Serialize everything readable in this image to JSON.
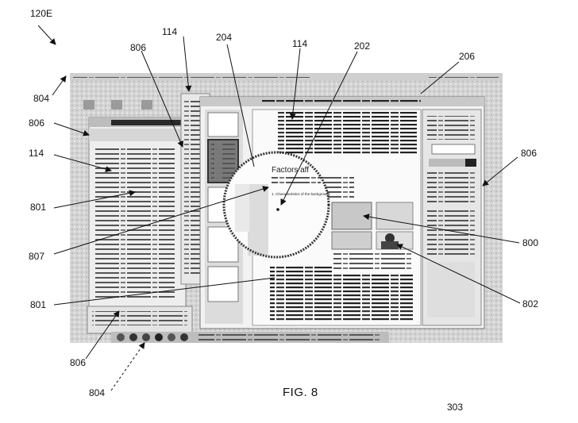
{
  "labels": {
    "l120e": "120E",
    "l114a": "114",
    "l806a": "806",
    "l204": "204",
    "l114b": "114",
    "l202": "202",
    "l206": "206",
    "l804a": "804",
    "l806b": "806",
    "l114c": "114",
    "l806c": "806",
    "l801a": "801",
    "l807": "807",
    "l800": "800",
    "l801b": "801",
    "l802": "802",
    "l806d": "806",
    "l804b": "804"
  },
  "screen": {
    "doc_heading": "Factors aff",
    "list_item": "1.  Characteristics of the background"
  },
  "caption": "FIG. 8",
  "page_number": "303"
}
